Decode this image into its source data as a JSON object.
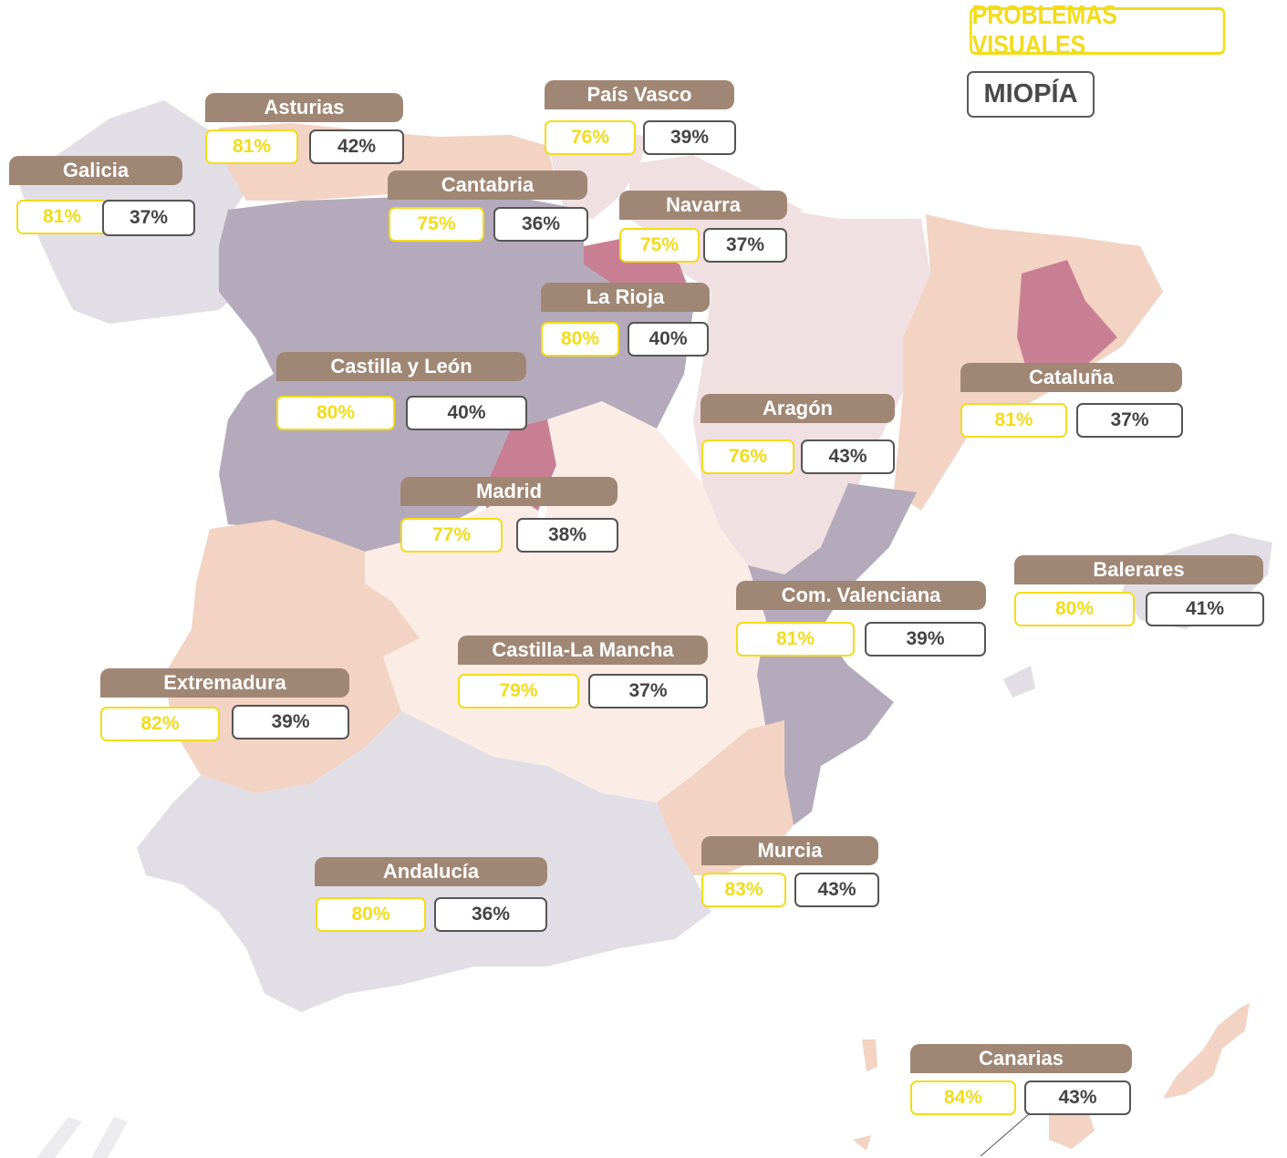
{
  "legend": {
    "problemas_visuales": "PROBLEMAS VISUALES",
    "miopia": "MIOPÍA"
  },
  "colors": {
    "label_bg": "#a08775",
    "problemas_visuales": "#f2dc1a",
    "miopia": "#555555",
    "region_light": "#e2dee6",
    "region_mauve": "#b5aabb",
    "region_peach": "#f3d3c3",
    "region_pink": "#f0e0e2",
    "region_cream": "#fbece6",
    "region_rose": "#c97f93"
  },
  "regions": {
    "galicia": {
      "name": "Galicia",
      "problemas_visuales": "81%",
      "miopia": "37%"
    },
    "asturias": {
      "name": "Asturias",
      "problemas_visuales": "81%",
      "miopia": "42%"
    },
    "cantabria": {
      "name": "Cantabria",
      "problemas_visuales": "75%",
      "miopia": "36%"
    },
    "pais_vasco": {
      "name": "País Vasco",
      "problemas_visuales": "76%",
      "miopia": "39%"
    },
    "navarra": {
      "name": "Navarra",
      "problemas_visuales": "75%",
      "miopia": "37%"
    },
    "la_rioja": {
      "name": "La Rioja",
      "problemas_visuales": "80%",
      "miopia": "40%"
    },
    "castilla_leon": {
      "name": "Castilla y León",
      "problemas_visuales": "80%",
      "miopia": "40%"
    },
    "cataluna": {
      "name": "Cataluña",
      "problemas_visuales": "81%",
      "miopia": "37%"
    },
    "aragon": {
      "name": "Aragón",
      "problemas_visuales": "76%",
      "miopia": "43%"
    },
    "madrid": {
      "name": "Madrid",
      "problemas_visuales": "77%",
      "miopia": "38%"
    },
    "baleares": {
      "name": "Balerares",
      "problemas_visuales": "80%",
      "miopia": "41%"
    },
    "valenciana": {
      "name": "Com. Valenciana",
      "problemas_visuales": "81%",
      "miopia": "39%"
    },
    "castilla_mancha": {
      "name": "Castilla-La Mancha",
      "problemas_visuales": "79%",
      "miopia": "37%"
    },
    "extremadura": {
      "name": "Extremadura",
      "problemas_visuales": "82%",
      "miopia": "39%"
    },
    "murcia": {
      "name": "Murcia",
      "problemas_visuales": "83%",
      "miopia": "43%"
    },
    "andalucia": {
      "name": "Andalucía",
      "problemas_visuales": "80%",
      "miopia": "36%"
    },
    "canarias": {
      "name": "Canarias",
      "problemas_visuales": "84%",
      "miopia": "43%"
    }
  }
}
